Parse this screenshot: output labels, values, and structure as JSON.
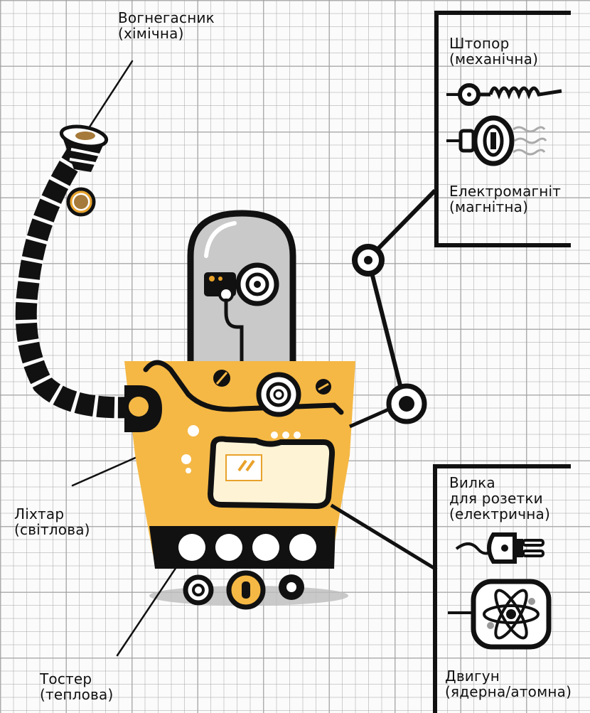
{
  "labels": {
    "extinguisher": {
      "name": "Вогнегасник",
      "type": "(хімічна)"
    },
    "corkscrew": {
      "name": "Штопор",
      "type": "(механічна)"
    },
    "electromagnet": {
      "name": "Електромагніт",
      "type": "(магнітна)"
    },
    "plug": {
      "name": "Вилка",
      "name2": "для розетки",
      "type": "(електрична)"
    },
    "engine": {
      "name": "Двигун",
      "type": "(ядерна/атомна)"
    },
    "flashlight": {
      "name": "Ліхтар",
      "type": "(світлова)"
    },
    "toaster": {
      "name": "Тостер",
      "type": "(теплова)"
    }
  },
  "colors": {
    "body": "#f5b845",
    "ink": "#111111",
    "dome": "#c9c9c9",
    "gold": "#e8a22a",
    "shadow": "#bdbdbd"
  },
  "icons": [
    "corkscrew-icon",
    "electromagnet-icon",
    "plug-icon",
    "atom-icon"
  ]
}
